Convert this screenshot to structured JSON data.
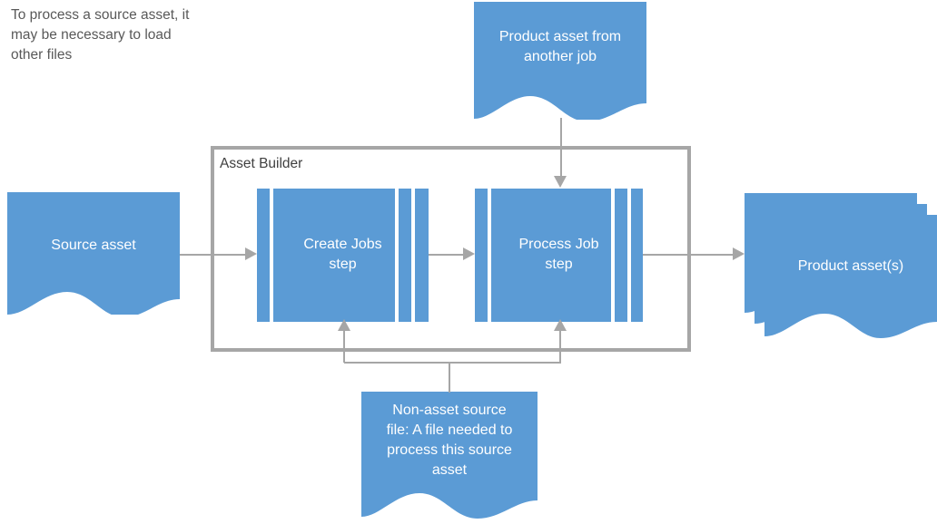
{
  "diagram": {
    "caption": "To process a source asset, it\nmay be necessary to load\nother files",
    "container": {
      "label": "Asset Builder",
      "border_color": "#a6a6a6"
    },
    "colors": {
      "shape_fill": "#5b9bd5",
      "connector": "#a6a6a6",
      "shape_text": "#ffffff",
      "caption_text": "#595959",
      "container_label_text": "#404040",
      "background": "#ffffff"
    },
    "nodes": [
      {
        "id": "source-asset",
        "label": "Source asset",
        "shape": "document"
      },
      {
        "id": "product-asset-from-another-job",
        "label": "Product asset from\nanother job",
        "shape": "document"
      },
      {
        "id": "create-jobs-step",
        "label": "Create Jobs\nstep",
        "shape": "predefined-process"
      },
      {
        "id": "process-job-step",
        "label": "Process Job\nstep",
        "shape": "predefined-process"
      },
      {
        "id": "product-assets",
        "label": "Product asset(s)",
        "shape": "multi-document",
        "copies": 3
      },
      {
        "id": "non-asset-source-file",
        "label": "Non-asset source\nfile: A file needed to\nprocess this source\nasset",
        "shape": "document"
      }
    ],
    "edges": [
      {
        "from": "source-asset",
        "to": "create-jobs-step",
        "direction": "right"
      },
      {
        "from": "create-jobs-step",
        "to": "process-job-step",
        "direction": "right"
      },
      {
        "from": "process-job-step",
        "to": "product-assets",
        "direction": "right"
      },
      {
        "from": "product-asset-from-another-job",
        "to": "process-job-step",
        "direction": "down"
      },
      {
        "from": "non-asset-source-file",
        "to": "create-jobs-step",
        "direction": "up"
      },
      {
        "from": "non-asset-source-file",
        "to": "process-job-step",
        "direction": "up"
      }
    ]
  }
}
